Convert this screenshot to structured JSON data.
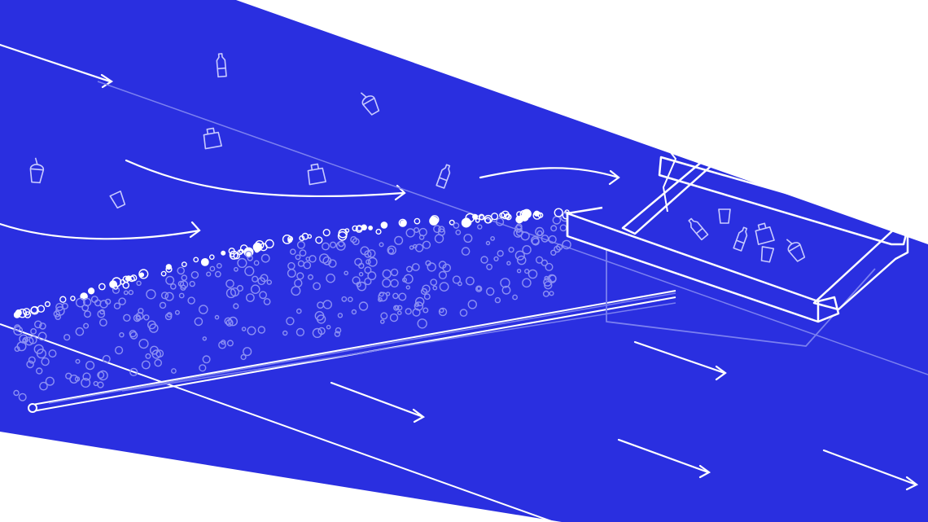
{
  "colors": {
    "water": "#2a2fe0",
    "background": "#ffffff",
    "line": "#ffffff",
    "faint_line": "#7b80f0"
  },
  "icons": [
    "bottle-icon",
    "cup-with-straw-icon",
    "bag-icon",
    "cup-icon"
  ],
  "elements": [
    "river",
    "flow-arrows",
    "bubble-curtain",
    "air-pipe",
    "catchment-system",
    "plastic-waste"
  ]
}
